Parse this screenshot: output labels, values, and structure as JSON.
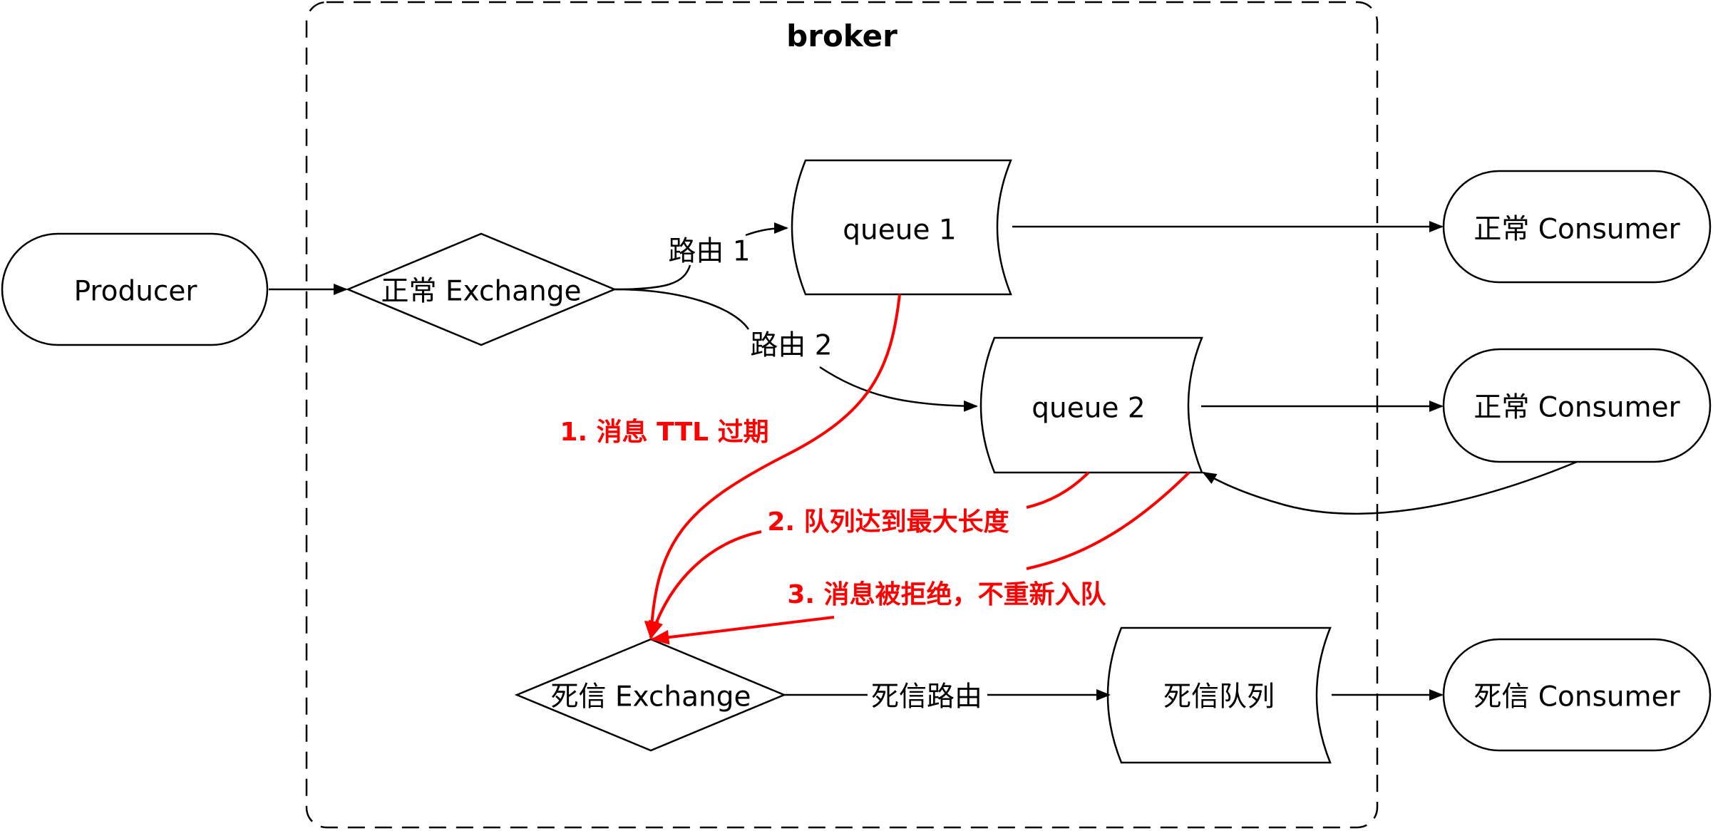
{
  "broker": {
    "title": "broker"
  },
  "nodes": {
    "producer": "Producer",
    "normal_exchange": "正常 Exchange",
    "queue1": "queue 1",
    "queue2": "queue 2",
    "normal_consumer_1": "正常 Consumer",
    "normal_consumer_2": "正常 Consumer",
    "dead_exchange": "死信 Exchange",
    "dead_queue": "死信队列",
    "dead_consumer": "死信 Consumer"
  },
  "edges": {
    "route1": "路由 1",
    "route2": "路由 2",
    "dead_route": "死信路由"
  },
  "dead_letter_reasons": {
    "ttl": "1. 消息 TTL 过期",
    "max_length": "2. 队列达到最大长度",
    "rejected": "3. 消息被拒绝，不重新入队"
  },
  "colors": {
    "stroke": "#000000",
    "dead_letter": "#ff0000",
    "background": "#ffffff"
  }
}
